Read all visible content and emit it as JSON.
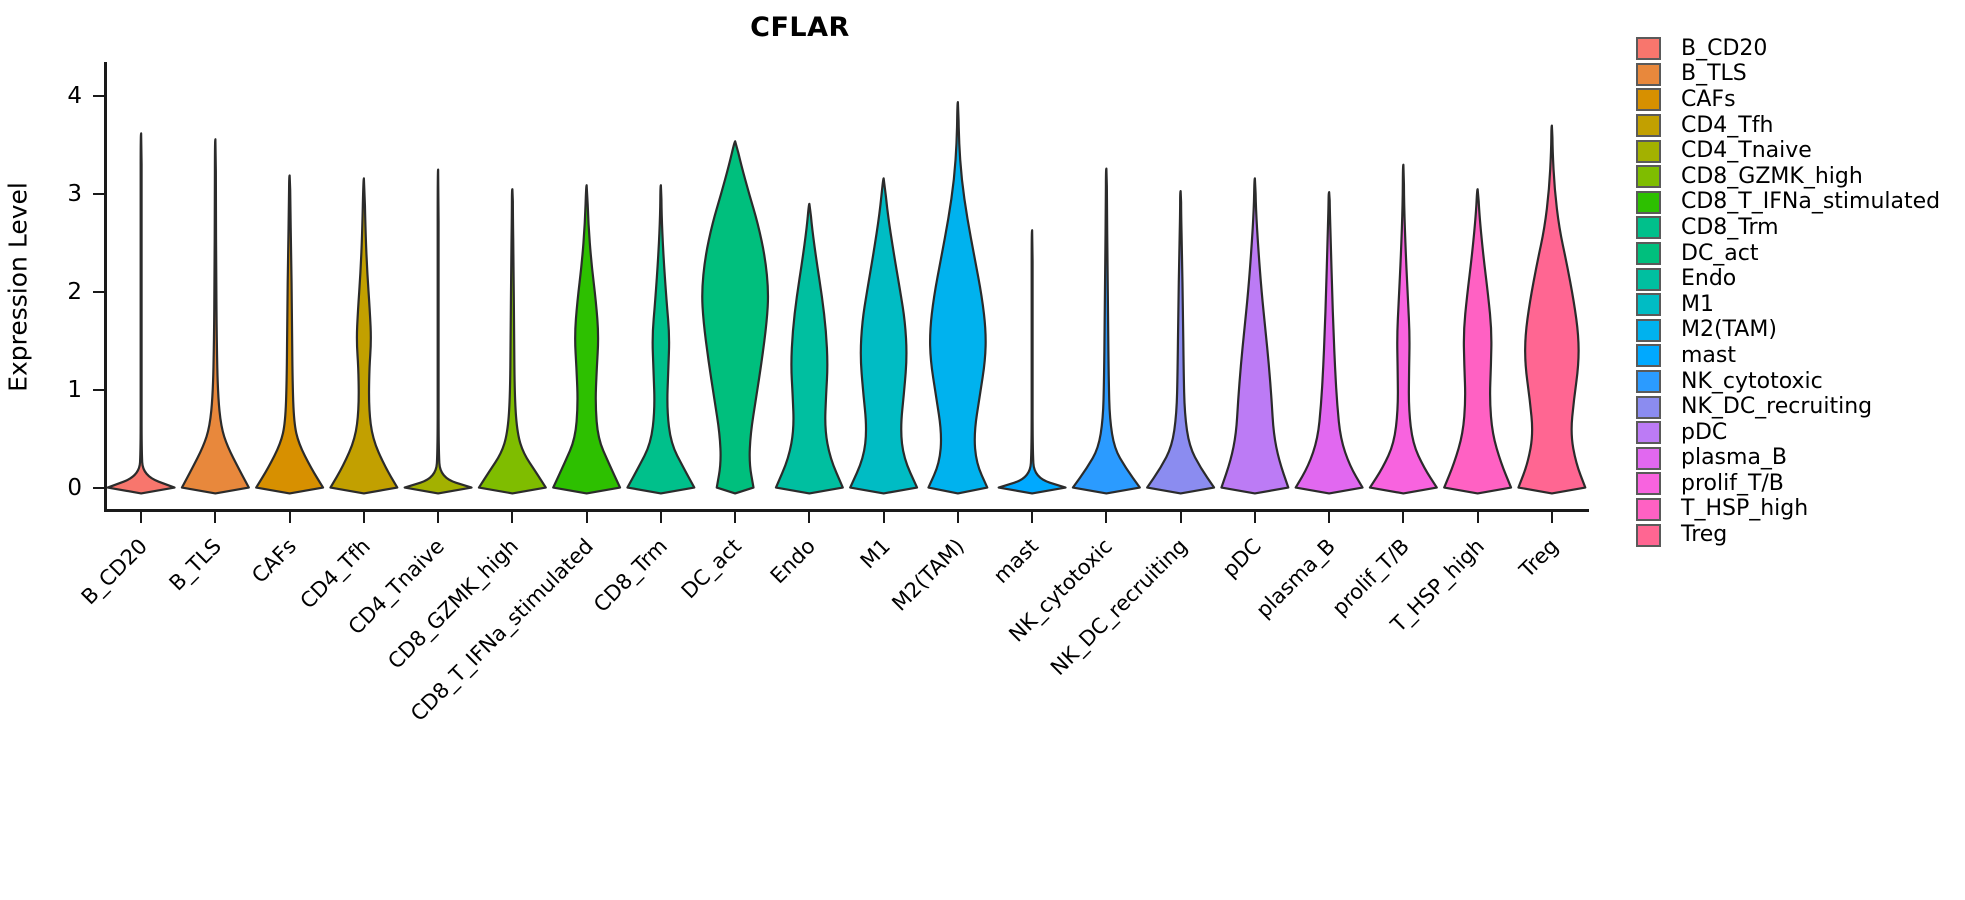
{
  "chart_data": {
    "type": "violin",
    "title": "CFLAR",
    "xlabel": "",
    "ylabel": "Expression Level",
    "ylim": [
      -0.25,
      4.35
    ],
    "yticks": [
      0,
      1,
      2,
      3,
      4
    ],
    "ytick_labels": [
      "0",
      "1",
      "2",
      "3",
      "4"
    ],
    "grid": false,
    "legend_position": "right",
    "categories": [
      "B_CD20",
      "B_TLS",
      "CAFs",
      "CD4_Tfh",
      "CD4_Tnaive",
      "CD8_GZMK_high",
      "CD8_T_IFNa_stimulated",
      "CD8_Trm",
      "DC_act",
      "Endo",
      "M1",
      "M2(TAM)",
      "mast",
      "NK_cytotoxic",
      "NK_DC_recruiting",
      "pDC",
      "plasma_B",
      "prolif_T/B",
      "T_HSP_high",
      "Treg"
    ],
    "series": [
      {
        "name": "B_CD20",
        "color": "#F8766D",
        "max": 3.62,
        "min": 0.0,
        "median": 0.0,
        "body_width": 0.03,
        "peak_y": 0.0,
        "profile": [
          [
            0.0,
            1.0
          ],
          [
            0.12,
            0.05
          ],
          [
            0.4,
            0.012
          ],
          [
            1.0,
            0.008
          ],
          [
            2.0,
            0.006
          ],
          [
            3.0,
            0.005
          ],
          [
            3.62,
            0.0
          ]
        ]
      },
      {
        "name": "B_TLS",
        "color": "#E8883C",
        "max": 3.56,
        "min": 0.0,
        "median": 0.12,
        "body_width": 0.8,
        "peak_y": 0.0,
        "profile": [
          [
            0.0,
            1.0
          ],
          [
            0.18,
            0.72
          ],
          [
            0.42,
            0.36
          ],
          [
            0.62,
            0.17
          ],
          [
            0.95,
            0.075
          ],
          [
            1.5,
            0.04
          ],
          [
            2.2,
            0.025
          ],
          [
            2.9,
            0.015
          ],
          [
            3.56,
            0.0
          ]
        ]
      },
      {
        "name": "CAFs",
        "color": "#D79000",
        "max": 3.19,
        "min": 0.0,
        "median": 0.14,
        "body_width": 0.82,
        "peak_y": 0.0,
        "profile": [
          [
            0.0,
            1.0
          ],
          [
            0.2,
            0.64
          ],
          [
            0.45,
            0.27
          ],
          [
            0.66,
            0.13
          ],
          [
            1.1,
            0.085
          ],
          [
            1.8,
            0.07
          ],
          [
            2.4,
            0.045
          ],
          [
            2.9,
            0.02
          ],
          [
            3.19,
            0.0
          ]
        ]
      },
      {
        "name": "CD4_Tfh",
        "color": "#C2A000",
        "max": 3.16,
        "min": 0.0,
        "median": 0.18,
        "body_width": 0.78,
        "peak_y": 0.0,
        "profile": [
          [
            0.0,
            1.0
          ],
          [
            0.22,
            0.62
          ],
          [
            0.5,
            0.26
          ],
          [
            0.8,
            0.15
          ],
          [
            1.2,
            0.16
          ],
          [
            1.5,
            0.22
          ],
          [
            1.8,
            0.18
          ],
          [
            2.2,
            0.1
          ],
          [
            2.6,
            0.05
          ],
          [
            3.16,
            0.0
          ]
        ]
      },
      {
        "name": "CD4_Tnaive",
        "color": "#A3B100",
        "max": 3.25,
        "min": 0.0,
        "median": 0.0,
        "body_width": 0.03,
        "peak_y": 0.0,
        "profile": [
          [
            0.0,
            1.0
          ],
          [
            0.1,
            0.06
          ],
          [
            0.4,
            0.012
          ],
          [
            1.2,
            0.008
          ],
          [
            2.2,
            0.006
          ],
          [
            3.25,
            0.0
          ]
        ]
      },
      {
        "name": "CD8_GZMK_high",
        "color": "#7FBD00",
        "max": 3.05,
        "min": 0.0,
        "median": 0.08,
        "body_width": 0.54,
        "peak_y": 0.0,
        "profile": [
          [
            0.0,
            1.0
          ],
          [
            0.16,
            0.7
          ],
          [
            0.35,
            0.33
          ],
          [
            0.55,
            0.15
          ],
          [
            0.9,
            0.07
          ],
          [
            1.6,
            0.05
          ],
          [
            2.3,
            0.035
          ],
          [
            2.8,
            0.015
          ],
          [
            3.05,
            0.0
          ]
        ]
      },
      {
        "name": "CD8_T_IFNa_stimulated",
        "color": "#2DC000",
        "max": 3.09,
        "min": 0.0,
        "median": 0.25,
        "body_width": 0.78,
        "peak_y": 0.0,
        "profile": [
          [
            0.0,
            1.0
          ],
          [
            0.25,
            0.66
          ],
          [
            0.5,
            0.34
          ],
          [
            0.85,
            0.26
          ],
          [
            1.2,
            0.3
          ],
          [
            1.55,
            0.36
          ],
          [
            1.9,
            0.28
          ],
          [
            2.3,
            0.14
          ],
          [
            2.7,
            0.05
          ],
          [
            3.09,
            0.0
          ]
        ]
      },
      {
        "name": "CD8_Trm",
        "color": "#00C08B",
        "max": 3.09,
        "min": 0.0,
        "median": 0.12,
        "body_width": 0.56,
        "peak_y": 0.0,
        "profile": [
          [
            0.0,
            1.0
          ],
          [
            0.2,
            0.68
          ],
          [
            0.45,
            0.3
          ],
          [
            0.8,
            0.18
          ],
          [
            1.2,
            0.22
          ],
          [
            1.55,
            0.26
          ],
          [
            1.9,
            0.17
          ],
          [
            2.4,
            0.07
          ],
          [
            2.8,
            0.02
          ],
          [
            3.09,
            0.0
          ]
        ]
      },
      {
        "name": "DC_act",
        "color": "#00BF7D",
        "max": 3.54,
        "min": 0.0,
        "median": 1.85,
        "body_width": 1.0,
        "peak_y": 2.0,
        "profile": [
          [
            0.0,
            0.55
          ],
          [
            0.25,
            0.42
          ],
          [
            0.55,
            0.46
          ],
          [
            0.9,
            0.62
          ],
          [
            1.3,
            0.8
          ],
          [
            1.7,
            0.95
          ],
          [
            2.0,
            1.0
          ],
          [
            2.35,
            0.9
          ],
          [
            2.7,
            0.68
          ],
          [
            3.0,
            0.42
          ],
          [
            3.3,
            0.18
          ],
          [
            3.54,
            0.0
          ]
        ]
      },
      {
        "name": "Endo",
        "color": "#00BFA0",
        "max": 2.9,
        "min": 0.0,
        "median": 0.9,
        "body_width": 0.72,
        "peak_y": 0.0,
        "profile": [
          [
            0.0,
            1.0
          ],
          [
            0.3,
            0.62
          ],
          [
            0.6,
            0.46
          ],
          [
            0.95,
            0.5
          ],
          [
            1.25,
            0.55
          ],
          [
            1.6,
            0.5
          ],
          [
            1.95,
            0.38
          ],
          [
            2.3,
            0.22
          ],
          [
            2.65,
            0.08
          ],
          [
            2.9,
            0.0
          ]
        ]
      },
      {
        "name": "M1",
        "color": "#00BCC4",
        "max": 3.16,
        "min": 0.0,
        "median": 1.2,
        "body_width": 0.86,
        "peak_y": 0.0,
        "profile": [
          [
            0.0,
            1.0
          ],
          [
            0.3,
            0.6
          ],
          [
            0.6,
            0.5
          ],
          [
            1.0,
            0.62
          ],
          [
            1.35,
            0.7
          ],
          [
            1.7,
            0.64
          ],
          [
            2.0,
            0.5
          ],
          [
            2.4,
            0.3
          ],
          [
            2.8,
            0.12
          ],
          [
            3.16,
            0.0
          ]
        ]
      },
      {
        "name": "M2(TAM)",
        "color": "#00B2EE",
        "max": 3.94,
        "min": 0.0,
        "median": 1.35,
        "body_width": 0.88,
        "peak_y": 1.55,
        "profile": [
          [
            0.0,
            0.88
          ],
          [
            0.25,
            0.55
          ],
          [
            0.55,
            0.48
          ],
          [
            0.95,
            0.66
          ],
          [
            1.3,
            0.82
          ],
          [
            1.6,
            0.84
          ],
          [
            1.95,
            0.72
          ],
          [
            2.35,
            0.5
          ],
          [
            2.75,
            0.28
          ],
          [
            3.15,
            0.11
          ],
          [
            3.55,
            0.03
          ],
          [
            3.94,
            0.0
          ]
        ]
      },
      {
        "name": "mast",
        "color": "#00A9FF",
        "max": 2.63,
        "min": 0.0,
        "median": 0.0,
        "body_width": 0.03,
        "peak_y": 0.0,
        "profile": [
          [
            0.0,
            1.0
          ],
          [
            0.1,
            0.06
          ],
          [
            0.4,
            0.012
          ],
          [
            1.2,
            0.008
          ],
          [
            2.0,
            0.006
          ],
          [
            2.63,
            0.0
          ]
        ]
      },
      {
        "name": "NK_cytotoxic",
        "color": "#2B9BFF",
        "max": 3.26,
        "min": 0.0,
        "median": 0.06,
        "body_width": 0.52,
        "peak_y": 0.0,
        "profile": [
          [
            0.0,
            1.0
          ],
          [
            0.2,
            0.58
          ],
          [
            0.4,
            0.24
          ],
          [
            0.7,
            0.1
          ],
          [
            1.1,
            0.07
          ],
          [
            1.7,
            0.05
          ],
          [
            2.3,
            0.035
          ],
          [
            2.9,
            0.015
          ],
          [
            3.26,
            0.0
          ]
        ]
      },
      {
        "name": "NK_DC_recruiting",
        "color": "#8B8CF0",
        "max": 3.03,
        "min": 0.0,
        "median": 0.08,
        "body_width": 0.52,
        "peak_y": 0.0,
        "profile": [
          [
            0.0,
            1.0
          ],
          [
            0.2,
            0.6
          ],
          [
            0.42,
            0.26
          ],
          [
            0.75,
            0.12
          ],
          [
            1.2,
            0.09
          ],
          [
            1.8,
            0.07
          ],
          [
            2.4,
            0.04
          ],
          [
            2.8,
            0.015
          ],
          [
            3.03,
            0.0
          ]
        ]
      },
      {
        "name": "pDC",
        "color": "#BC7BF5",
        "max": 3.16,
        "min": 0.0,
        "median": 0.55,
        "body_width": 0.8,
        "peak_y": 0.0,
        "profile": [
          [
            0.0,
            1.0
          ],
          [
            0.28,
            0.72
          ],
          [
            0.55,
            0.56
          ],
          [
            0.9,
            0.5
          ],
          [
            1.25,
            0.42
          ],
          [
            1.6,
            0.32
          ],
          [
            2.0,
            0.2
          ],
          [
            2.45,
            0.1
          ],
          [
            2.85,
            0.03
          ],
          [
            3.16,
            0.0
          ]
        ]
      },
      {
        "name": "plasma_B",
        "color": "#E168F0",
        "max": 3.02,
        "min": 0.0,
        "median": 0.14,
        "body_width": 0.62,
        "peak_y": 0.0,
        "profile": [
          [
            0.0,
            1.0
          ],
          [
            0.22,
            0.62
          ],
          [
            0.5,
            0.34
          ],
          [
            0.85,
            0.24
          ],
          [
            1.2,
            0.18
          ],
          [
            1.6,
            0.13
          ],
          [
            2.0,
            0.09
          ],
          [
            2.5,
            0.05
          ],
          [
            2.85,
            0.02
          ],
          [
            3.02,
            0.0
          ]
        ]
      },
      {
        "name": "prolif_T/B",
        "color": "#F863DF",
        "max": 3.3,
        "min": 0.0,
        "median": 0.1,
        "body_width": 0.52,
        "peak_y": 0.0,
        "profile": [
          [
            0.0,
            1.0
          ],
          [
            0.2,
            0.62
          ],
          [
            0.45,
            0.28
          ],
          [
            0.8,
            0.16
          ],
          [
            1.2,
            0.17
          ],
          [
            1.55,
            0.19
          ],
          [
            1.9,
            0.14
          ],
          [
            2.4,
            0.07
          ],
          [
            2.9,
            0.02
          ],
          [
            3.3,
            0.0
          ]
        ]
      },
      {
        "name": "T_HSP_high",
        "color": "#FF61C3",
        "max": 3.05,
        "min": 0.0,
        "median": 0.25,
        "body_width": 0.72,
        "peak_y": 0.0,
        "profile": [
          [
            0.0,
            1.0
          ],
          [
            0.25,
            0.7
          ],
          [
            0.55,
            0.44
          ],
          [
            0.9,
            0.36
          ],
          [
            1.25,
            0.4
          ],
          [
            1.6,
            0.42
          ],
          [
            1.95,
            0.32
          ],
          [
            2.4,
            0.16
          ],
          [
            2.8,
            0.05
          ],
          [
            3.05,
            0.0
          ]
        ]
      },
      {
        "name": "Treg",
        "color": "#FF6692",
        "max": 3.7,
        "min": 0.0,
        "median": 0.5,
        "body_width": 0.8,
        "peak_y": 1.45,
        "profile": [
          [
            0.0,
            1.0
          ],
          [
            0.25,
            0.72
          ],
          [
            0.55,
            0.56
          ],
          [
            0.9,
            0.66
          ],
          [
            1.25,
            0.8
          ],
          [
            1.55,
            0.8
          ],
          [
            1.9,
            0.66
          ],
          [
            2.3,
            0.44
          ],
          [
            2.65,
            0.22
          ],
          [
            3.05,
            0.08
          ],
          [
            3.45,
            0.02
          ],
          [
            3.7,
            0.0
          ]
        ]
      }
    ]
  },
  "legend": {
    "items": [
      {
        "label": "B_CD20",
        "color": "#F8766D"
      },
      {
        "label": "B_TLS",
        "color": "#E8883C"
      },
      {
        "label": "CAFs",
        "color": "#D79000"
      },
      {
        "label": "CD4_Tfh",
        "color": "#C2A000"
      },
      {
        "label": "CD4_Tnaive",
        "color": "#A3B100"
      },
      {
        "label": "CD8_GZMK_high",
        "color": "#7FBD00"
      },
      {
        "label": "CD8_T_IFNa_stimulated",
        "color": "#2DC000"
      },
      {
        "label": "CD8_Trm",
        "color": "#00C08B"
      },
      {
        "label": "DC_act",
        "color": "#00BF7D"
      },
      {
        "label": "Endo",
        "color": "#00BFA0"
      },
      {
        "label": "M1",
        "color": "#00BCC4"
      },
      {
        "label": "M2(TAM)",
        "color": "#00B2EE"
      },
      {
        "label": "mast",
        "color": "#00A9FF"
      },
      {
        "label": "NK_cytotoxic",
        "color": "#2B9BFF"
      },
      {
        "label": "NK_DC_recruiting",
        "color": "#8B8CF0"
      },
      {
        "label": "pDC",
        "color": "#BC7BF5"
      },
      {
        "label": "plasma_B",
        "color": "#E168F0"
      },
      {
        "label": "prolif_T/B",
        "color": "#F863DF"
      },
      {
        "label": "T_HSP_high",
        "color": "#FF61C3"
      },
      {
        "label": "Treg",
        "color": "#FF6692"
      }
    ]
  },
  "style": {
    "outline_color": "#2b2b2b",
    "axis_color": "#1a1a1a",
    "background": "#ffffff"
  }
}
